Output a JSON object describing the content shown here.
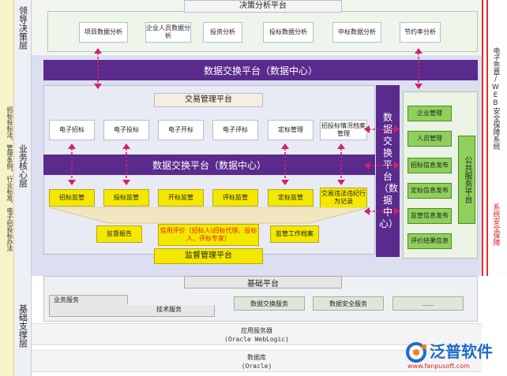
{
  "layers": {
    "left_col": "招标投标法、管理条例、行业标准、电子招投标办法",
    "decision_label": "领导决策层",
    "core_label": "业务核心层",
    "support_label": "基础支撑层"
  },
  "decision": {
    "title": "决策分析平台",
    "items": [
      "项目数据分析",
      "企业人员数据分析",
      "投资分析",
      "投标数据分析",
      "中标数据分析",
      "节约率分析"
    ]
  },
  "exchange_top": "数据交换平台（数据中心）",
  "trading": {
    "title": "交易管理平台",
    "items": [
      "电子招标",
      "电子投标",
      "电子开标",
      "电子评标",
      "定标管理",
      "招投标情况档案管理"
    ]
  },
  "exchange_mid": "数据交换平台（数据中心）",
  "supervision": {
    "items": [
      "招标监管",
      "投标监管",
      "开标监管",
      "评标监管",
      "定标监管",
      "交易违法违纪行为记录"
    ],
    "report": "监督报告",
    "credit": "信用评价（招标人\\招标代理、投标人、评标专家）",
    "archive": "监管工作档案",
    "title": "监督管理平台"
  },
  "exchange_vertical": "数据交换平台（数据中心）",
  "right_green": [
    "企业管理",
    "人员管理",
    "招标信息发布",
    "定标信息发布",
    "监管信息发布",
    "评价结果信息"
  ],
  "public_service": "公共服务平台",
  "security": {
    "esign": "电子签章/WEB安全保障系统",
    "system": "系统安全保障"
  },
  "base": {
    "title": "基础平台",
    "business": "业务服务",
    "tech": "技术服务",
    "exchange": "数据交换服务",
    "data_security": "数据安全服务",
    "more": "......"
  },
  "app_server": {
    "line1": "应用服务器",
    "line2": "(Oracle WebLogic)"
  },
  "database": {
    "line1": "数据库",
    "line2": "(Oracle)"
  },
  "logo": {
    "text": "泛普软件",
    "url": "www.fanpusoft.com"
  }
}
